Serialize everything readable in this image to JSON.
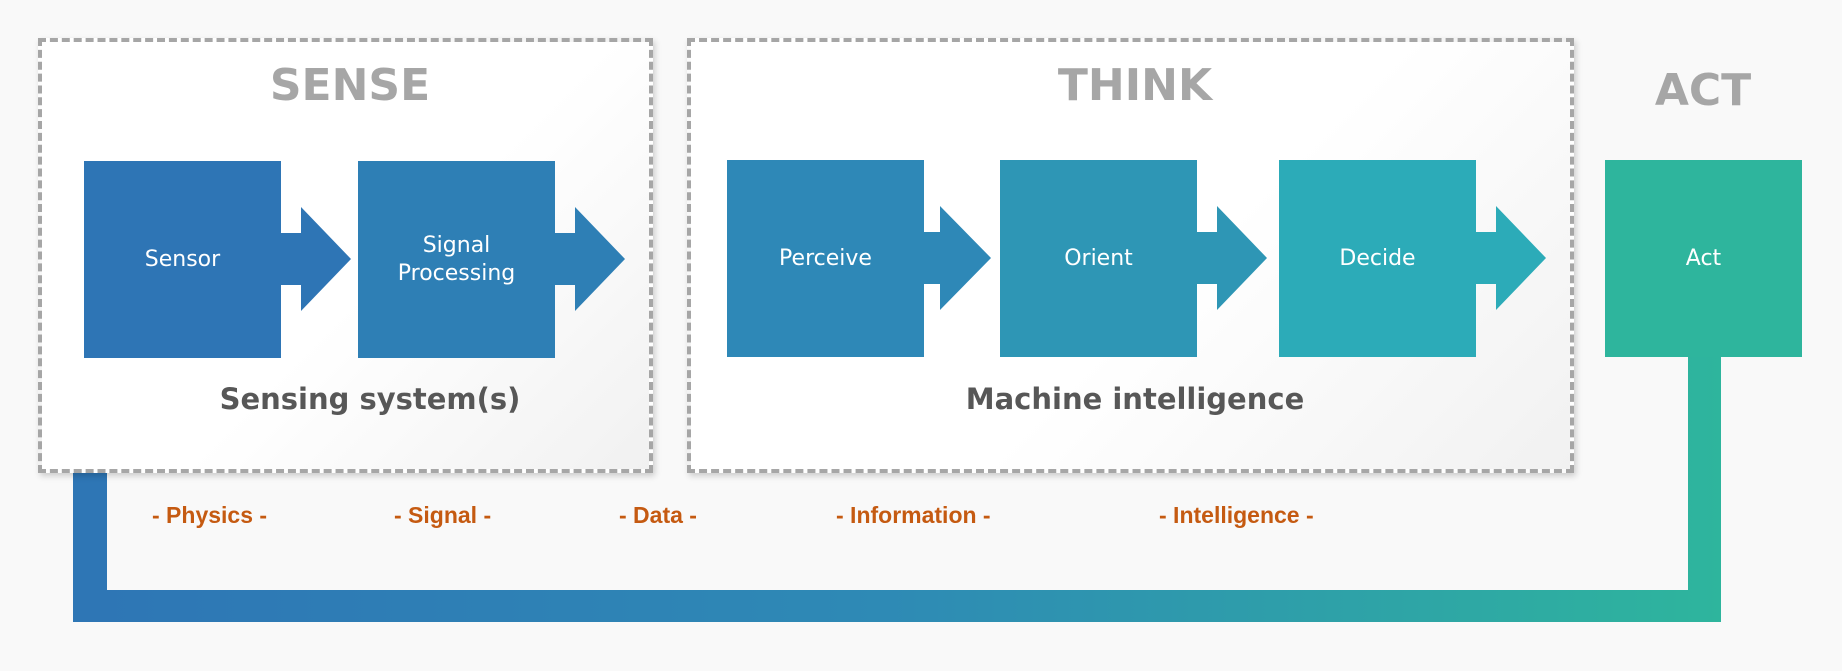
{
  "stages": {
    "sense": "SENSE",
    "think": "THINK",
    "act": "ACT"
  },
  "groups": {
    "sense_label": "Sensing system(s)",
    "think_label": "Machine intelligence"
  },
  "blocks": [
    {
      "label": "Sensor",
      "color": "#2e75b5"
    },
    {
      "label": "Signal Processing",
      "color": "#2e7fb5"
    },
    {
      "label": "Perceive",
      "color": "#2e88b7"
    },
    {
      "label": "Orient",
      "color": "#2e96b5"
    },
    {
      "label": "Decide",
      "color": "#2cabb8"
    },
    {
      "label": "Act",
      "color": "#2eb59d"
    }
  ],
  "flow_labels": [
    "- Physics -",
    "- Signal -",
    "- Data -",
    "- Information -",
    "- Intelligence -"
  ],
  "colors": {
    "title_gray": "#a6a6a6",
    "label_dark": "#575757",
    "flow_orange": "#c55a11",
    "loop_start": "#2e75b5",
    "loop_end": "#2eb59d",
    "dash_border": "#a6a6a6"
  }
}
